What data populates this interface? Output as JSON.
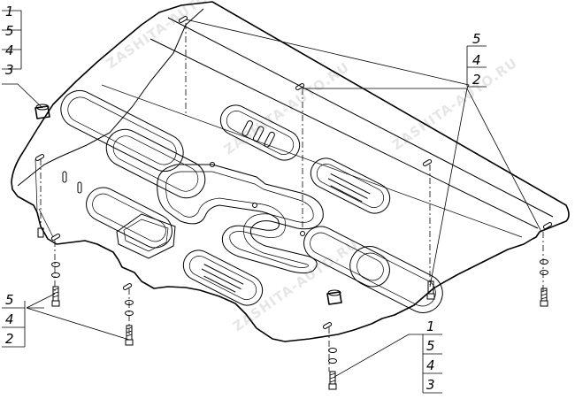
{
  "callouts": {
    "top_left": [
      "1",
      "5",
      "4",
      "3"
    ],
    "top_right": [
      "5",
      "4",
      "2"
    ],
    "bottom_left": [
      "5",
      "4",
      "2"
    ],
    "bottom_center": [
      "1",
      "5",
      "4",
      "3"
    ]
  },
  "watermarks": [
    "ZASHITA-AUTO.RU",
    "ZASHITA-AUTO.RU",
    "ZASHITA-AUTO.RU",
    "ZASHITA-AUTO.RU"
  ]
}
